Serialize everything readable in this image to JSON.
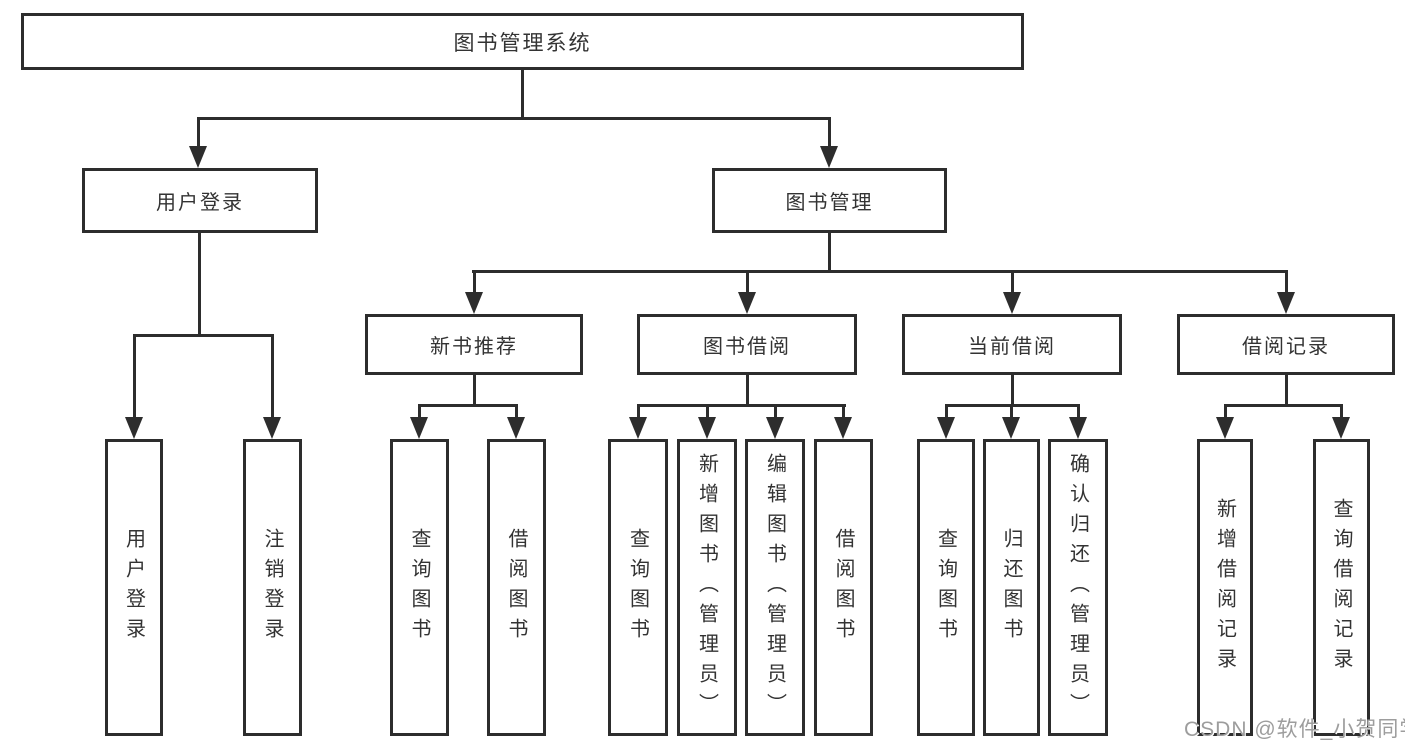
{
  "tree": {
    "root": {
      "label": "图书管理系统",
      "children": [
        {
          "label": "用户登录",
          "children": [
            {
              "label": "用户登录"
            },
            {
              "label": "注销登录"
            }
          ]
        },
        {
          "label": "图书管理",
          "children": [
            {
              "label": "新书推荐",
              "children": [
                {
                  "label": "查询图书"
                },
                {
                  "label": "借阅图书"
                }
              ]
            },
            {
              "label": "图书借阅",
              "children": [
                {
                  "label": "查询图书"
                },
                {
                  "label": "新增图书（管理员）"
                },
                {
                  "label": "编辑图书（管理员）"
                },
                {
                  "label": "借阅图书"
                }
              ]
            },
            {
              "label": "当前借阅",
              "children": [
                {
                  "label": "查询图书"
                },
                {
                  "label": "归还图书"
                },
                {
                  "label": "确认归还（管理员）"
                }
              ]
            },
            {
              "label": "借阅记录",
              "children": [
                {
                  "label": "新增借阅记录"
                },
                {
                  "label": "查询借阅记录"
                }
              ]
            }
          ]
        }
      ]
    }
  },
  "watermark": "CSDN @软件_小贺同学",
  "colors": {
    "line": "#2d2d2d",
    "text": "#333333",
    "background": "#ffffff",
    "watermark": "#9d9d9d"
  }
}
